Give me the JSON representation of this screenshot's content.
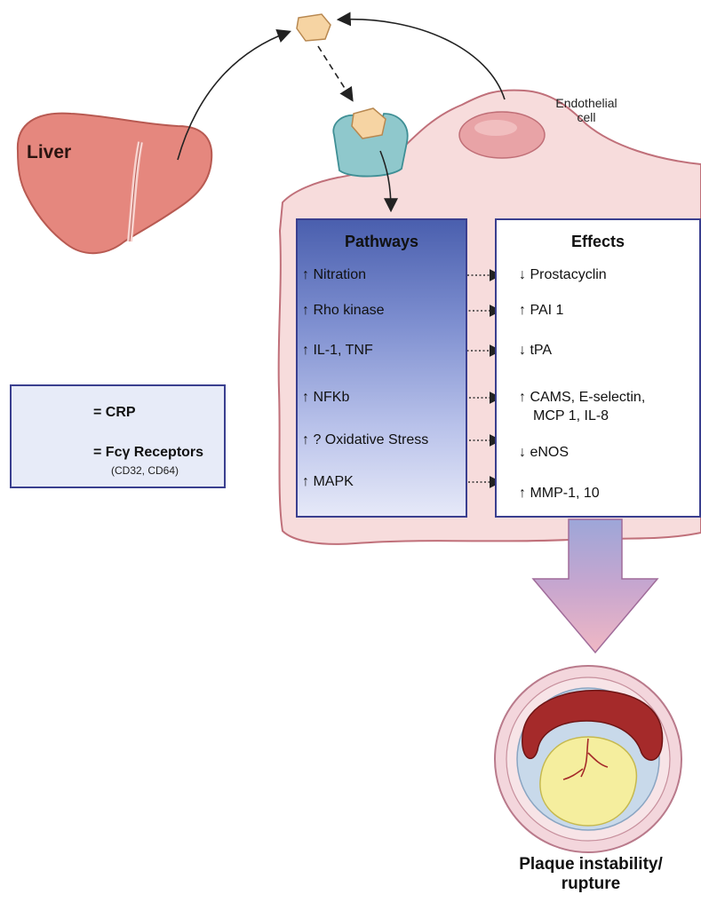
{
  "liver": {
    "label": "Liver"
  },
  "endothelial": {
    "label_line1": "Endothelial",
    "label_line2": "cell"
  },
  "pathways": {
    "title": "Pathways",
    "items": [
      {
        "arrow": "up",
        "text": "Nitration"
      },
      {
        "arrow": "up",
        "text": "Rho kinase"
      },
      {
        "arrow": "up",
        "text": "IL-1, TNF"
      },
      {
        "arrow": "up",
        "text": "NFKb"
      },
      {
        "arrow": "up",
        "text": "? Oxidative Stress"
      },
      {
        "arrow": "up",
        "text": "MAPK"
      }
    ]
  },
  "effects": {
    "title": "Effects",
    "items": [
      {
        "arrow": "down",
        "text": "Prostacyclin"
      },
      {
        "arrow": "up",
        "text": "PAI 1"
      },
      {
        "arrow": "down",
        "text": "tPA"
      },
      {
        "arrow": "up",
        "text": "CAMS, E-selectin,",
        "text2": "MCP 1, IL-8"
      },
      {
        "arrow": "down",
        "text": "eNOS"
      },
      {
        "arrow": "up",
        "text": "MMP-1, 10"
      }
    ]
  },
  "legend": {
    "crp_label": "= CRP",
    "receptor_label": "= Fcγ Receptors",
    "receptor_sub": "(CD32, CD64)"
  },
  "outcome": {
    "line1": "Plaque instability/",
    "line2": "rupture"
  },
  "colors": {
    "cell_fill": "#f7dcdc",
    "cell_stroke": "#c0707a",
    "liver_fill": "#e5877e",
    "crp_fill": "#f6d4a3",
    "receptor_fill": "#8fc8cc",
    "panel_border": "#3a3f8f",
    "arrow_fill": "#c9a0c4"
  }
}
